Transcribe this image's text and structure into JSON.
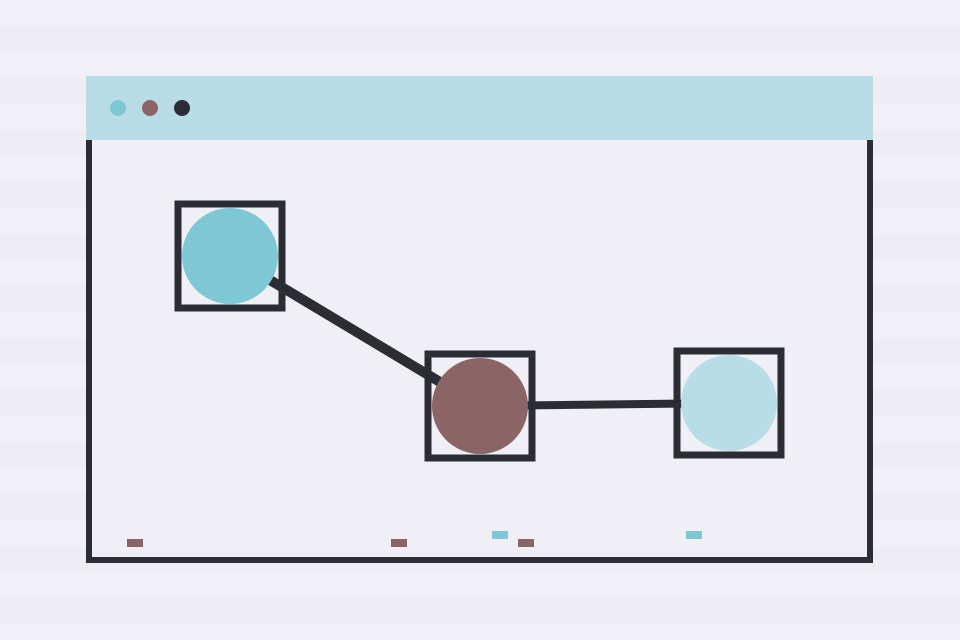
{
  "colors": {
    "frame": "#2a2d33",
    "titlebar": "#b8dce5",
    "background": "#f0eff5",
    "teal": "#7ec8d5",
    "mauve": "#8b6466",
    "light_blue": "#b8dde6"
  },
  "window_controls": [
    {
      "name": "teal-dot",
      "color": "#7ec8d5"
    },
    {
      "name": "mauve-dot",
      "color": "#8b6466"
    },
    {
      "name": "dark-dot",
      "color": "#2a2d33"
    }
  ],
  "diagram": {
    "nodes": [
      {
        "id": "node-1",
        "color": "#7ec8d5"
      },
      {
        "id": "node-2",
        "color": "#8b6466"
      },
      {
        "id": "node-3",
        "color": "#b8dde6"
      }
    ],
    "edges": [
      {
        "from": "node-1",
        "to": "node-2"
      },
      {
        "from": "node-2",
        "to": "node-3"
      }
    ],
    "markers": [
      {
        "color": "#8b6466"
      },
      {
        "color": "#8b6466"
      },
      {
        "color": "#7ec8d5"
      },
      {
        "color": "#8b6466"
      },
      {
        "color": "#7ec8d5"
      }
    ]
  }
}
